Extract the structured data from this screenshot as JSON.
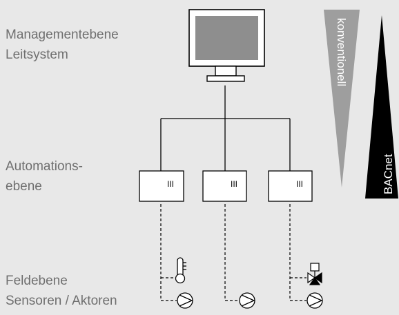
{
  "levels": {
    "management": {
      "line1": "Managementebene",
      "line2": "Leitsystem"
    },
    "automation": {
      "line1": "Automations-",
      "line2": "ebene"
    },
    "field": {
      "line1": "Feldebene",
      "line2": "Sensoren / Aktoren"
    }
  },
  "controller_label": "III",
  "sidebars": {
    "conventional": {
      "label": "konventionell",
      "color": "#9e9e9e"
    },
    "bacnet": {
      "label": "BACnet",
      "color": "#000000"
    }
  },
  "devices": {
    "sensor": "thermometer-icon",
    "actuator": "valve-icon",
    "pumps": [
      "pump-icon",
      "pump-icon",
      "pump-icon"
    ]
  }
}
